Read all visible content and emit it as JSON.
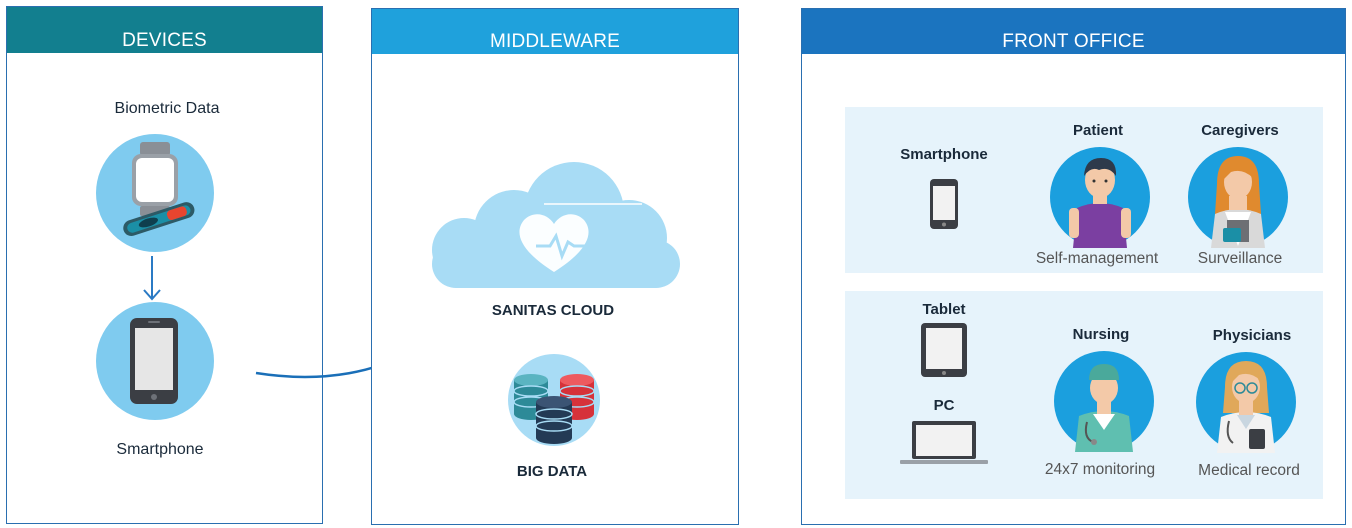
{
  "devices": {
    "title": "DEVICES",
    "biometric_label": "Biometric Data",
    "smartphone_label": "Smartphone"
  },
  "middleware": {
    "title": "MIDDLEWARE",
    "cloud_label": "SANITAS CLOUD",
    "bigdata_label": "BIG DATA"
  },
  "front_office": {
    "title": "FRONT OFFICE",
    "row1": {
      "device_label": "Smartphone",
      "patient_label": "Patient",
      "patient_caption": "Self-management",
      "caregivers_label": "Caregivers",
      "caregivers_caption": "Surveillance"
    },
    "row2": {
      "tablet_label": "Tablet",
      "pc_label": "PC",
      "nursing_label": "Nursing",
      "nursing_caption": "24x7 monitoring",
      "physicians_label": "Physicians",
      "physicians_caption": "Medical record"
    }
  },
  "colors": {
    "devices_header": "#127f8f",
    "middleware_header": "#1fa1dc",
    "front_office_header": "#1b74bf",
    "panel_border": "#2a6fb0",
    "circle": "#7fcbef",
    "cloud": "#a8dcf5",
    "sub_panel": "#e6f3fb"
  }
}
